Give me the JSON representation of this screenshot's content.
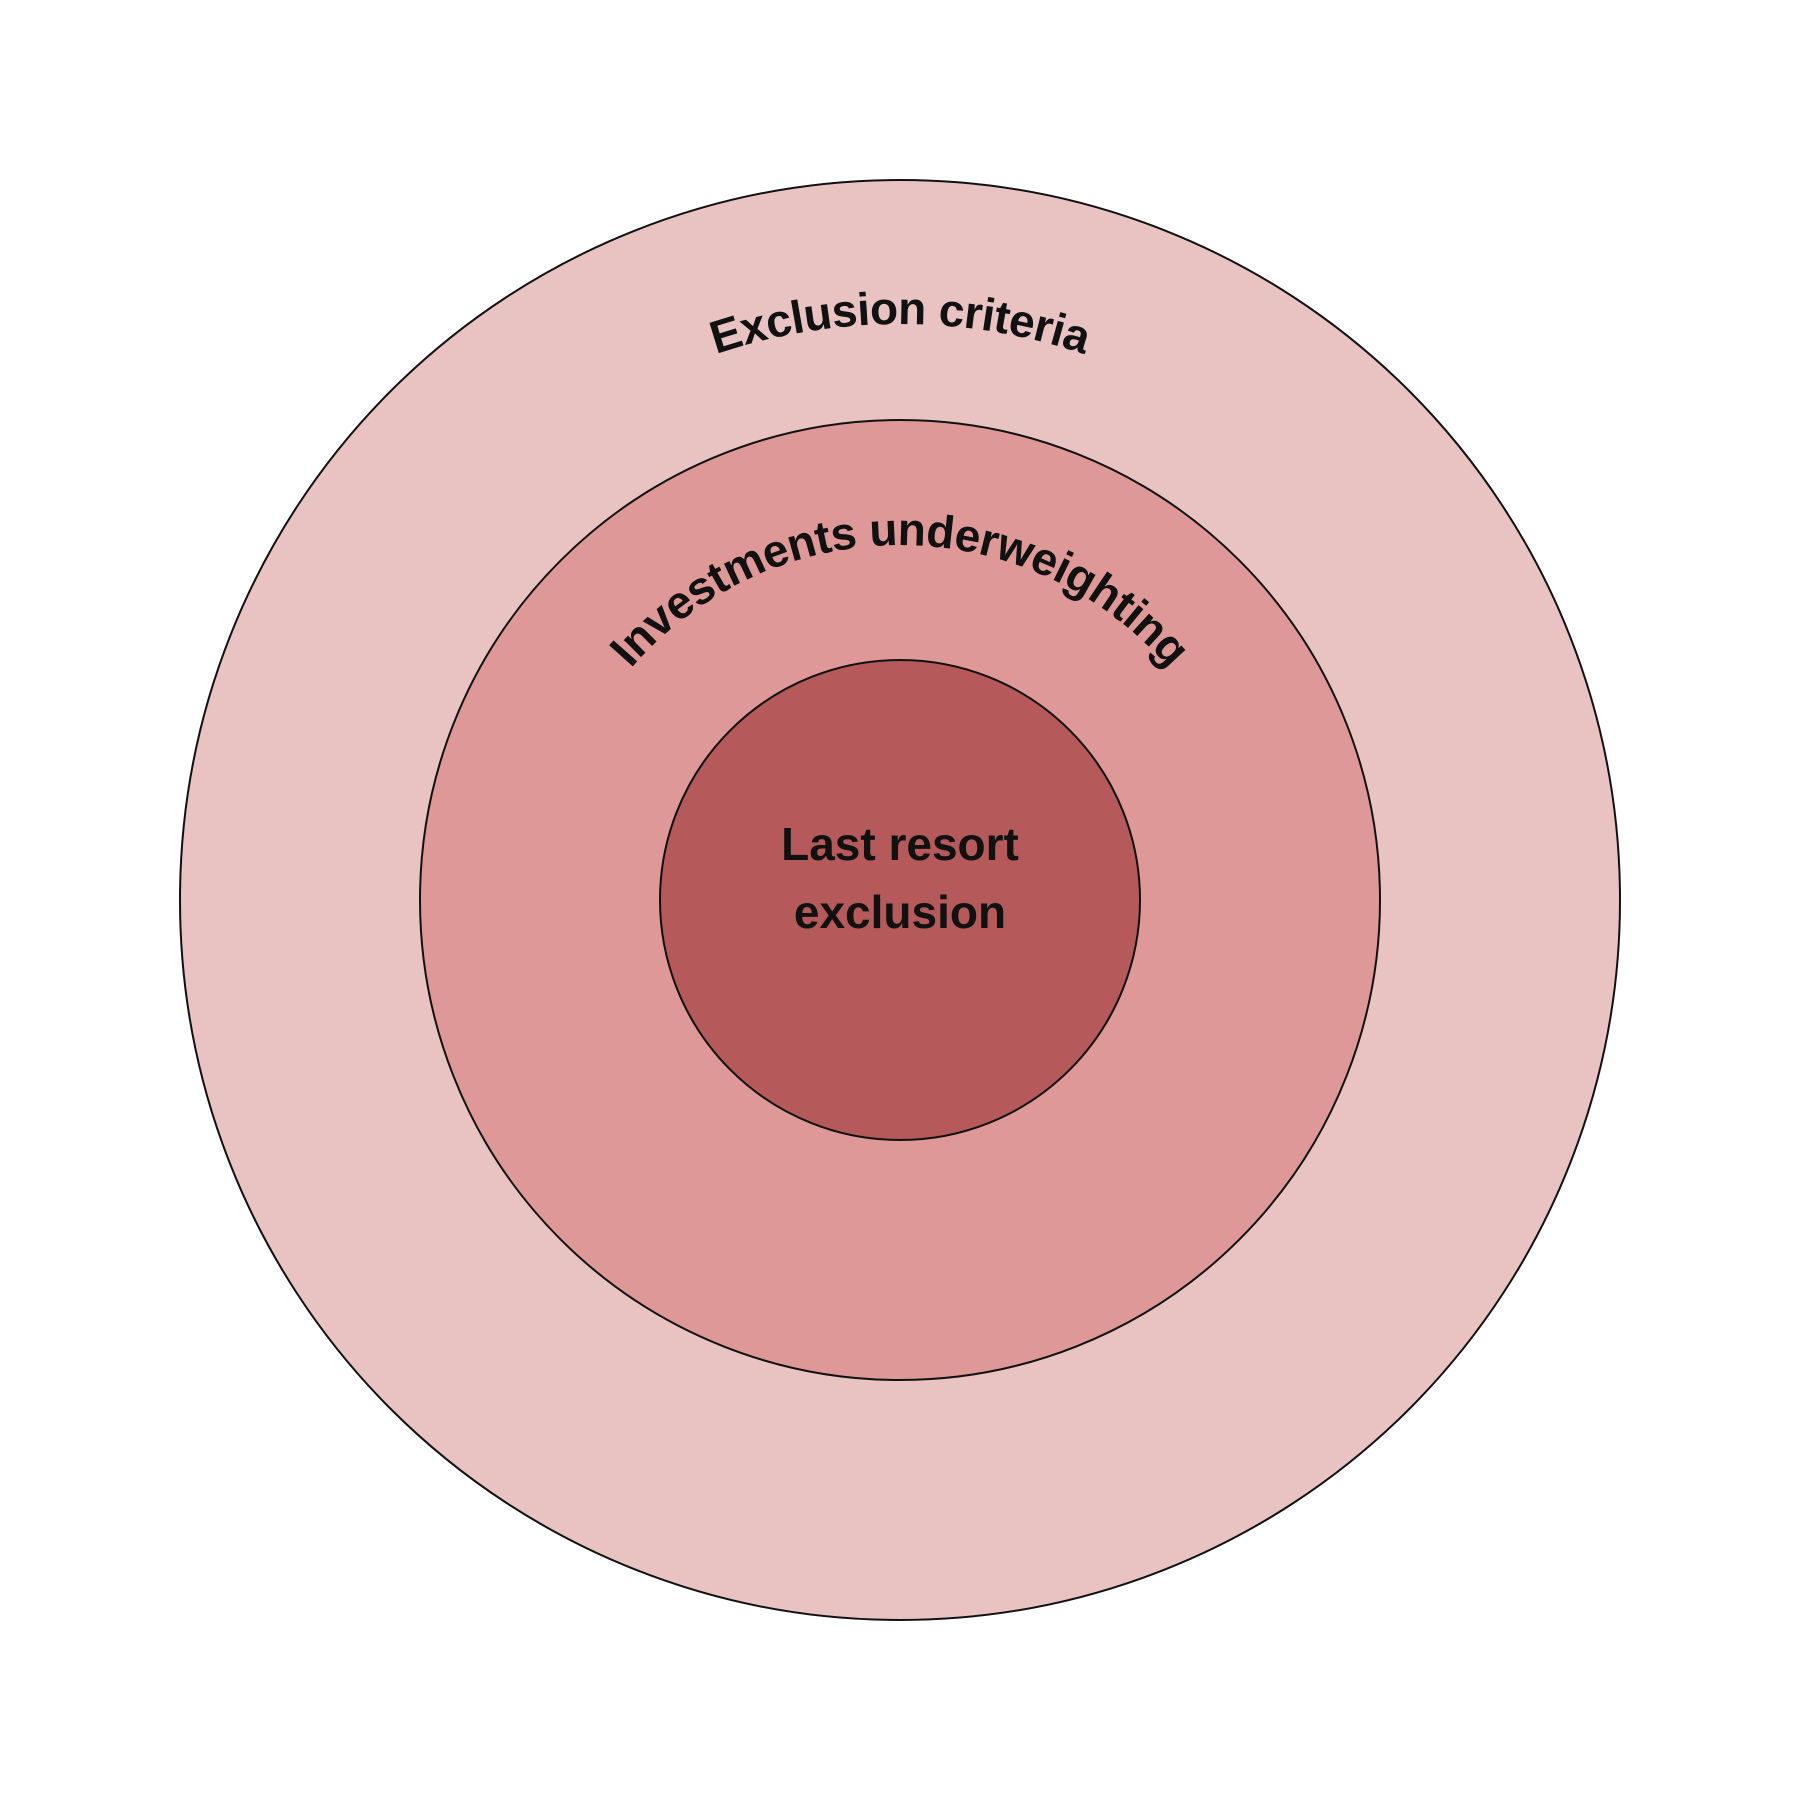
{
  "diagram": {
    "outer_ring": {
      "label": "Exclusion criteria",
      "fill": "#e8c3c2"
    },
    "middle_ring": {
      "label": "Investments underweighting",
      "fill": "#df9898"
    },
    "inner_circle": {
      "label_line1": "Last resort",
      "label_line2": "exclusion",
      "fill": "#b5595a"
    }
  }
}
